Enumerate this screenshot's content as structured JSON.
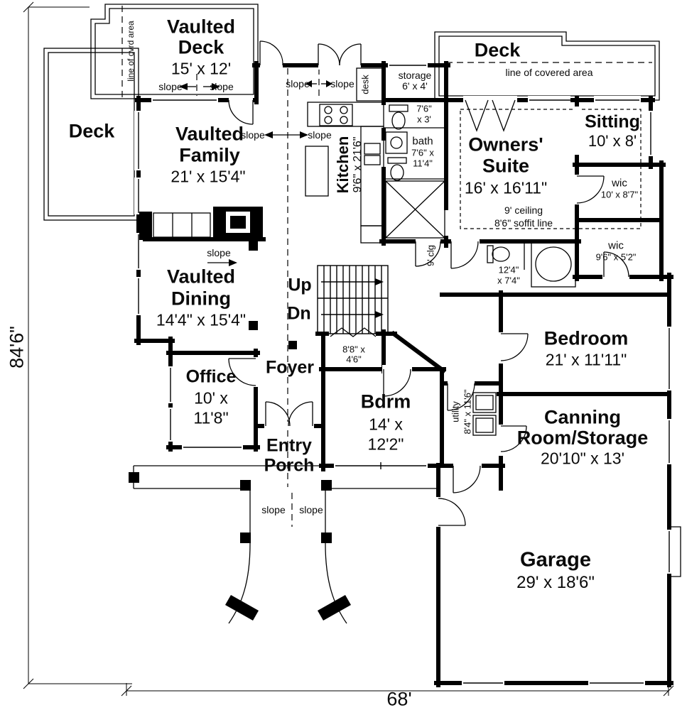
{
  "dims": {
    "height": "84'6\"",
    "width": "68'"
  },
  "labels": {
    "slope": "slope",
    "vaulted_deck_1": "Vaulted",
    "vaulted_deck_2": "Deck",
    "vaulted_deck_size": "15' x 12'",
    "cvrd_area": "line of cvrd area",
    "deck_left": "Deck",
    "deck_top": "Deck",
    "covered_area": "line of covered area",
    "family_1": "Vaulted",
    "family_2": "Family",
    "family_size": "21' x 15'4\"",
    "kitchen": "Kitchen",
    "kitchen_size": "9'6\" x 21'6\"",
    "desk": "desk",
    "storage": "storage",
    "storage_size": "6' x 4'",
    "wc_1": "7'6\"",
    "wc_2": "x 3'",
    "bath": "bath",
    "bath_size_1": "7'6\" x",
    "bath_size_2": "11'4\"",
    "owners_1": "Owners'",
    "owners_2": "Suite",
    "owners_size": "16' x 16'11\"",
    "ceiling_9": "9' ceiling",
    "soffit": "8'6\" soffit line",
    "sitting": "Sitting",
    "sitting_size": "10' x 8'",
    "wic1": "wic",
    "wic1_size": "10' x 8'7\"",
    "wic2": "wic",
    "wic2_size": "9'6\" x 5'2\"",
    "dining_1": "Vaulted",
    "dining_2": "Dining",
    "dining_size": "14'4\" x 15'4\"",
    "up": "Up",
    "dn": "Dn",
    "clg": "9' clg",
    "obath_1": "12'4\"",
    "obath_2": "x 7'4\"",
    "bedroom": "Bedroom",
    "bedroom_size": "21' x 11'11\"",
    "office": "Office",
    "office_size_1": "10' x",
    "office_size_2": "11'8\"",
    "foyer": "Foyer",
    "closet_1": "8'8\" x",
    "closet_2": "4'6\"",
    "bdrm": "Bdrm",
    "bdrm_size_1": "14' x",
    "bdrm_size_2": "12'2\"",
    "utility": "utility",
    "utility_size": "8'4\" x 11'6\"",
    "canning_1": "Canning",
    "canning_2": "Room/Storage",
    "canning_size": "20'10\" x 13'",
    "entry_1": "Entry",
    "entry_2": "Porch",
    "garage": "Garage",
    "garage_size": "29' x 18'6\""
  }
}
